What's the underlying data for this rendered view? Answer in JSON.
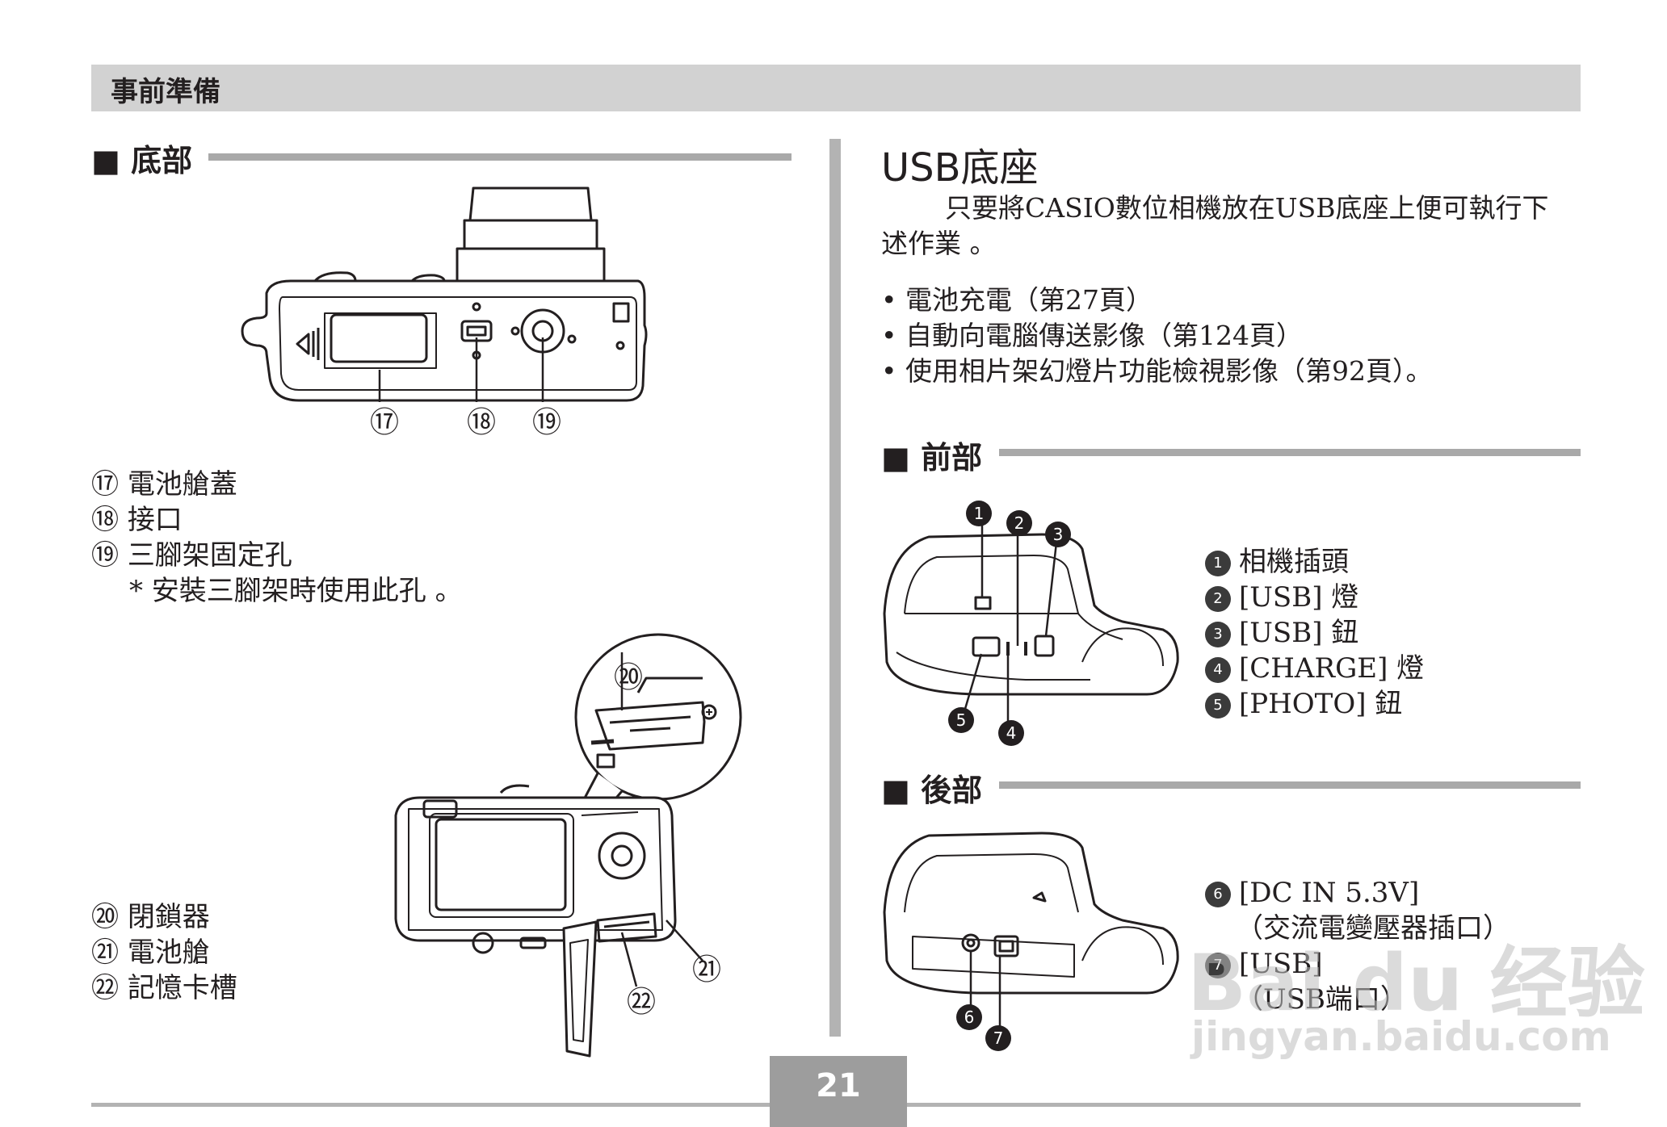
{
  "header": {
    "title": "事前準備"
  },
  "left": {
    "bottom_section": {
      "heading": "■ 底部",
      "callouts": [
        "⑰",
        "⑱",
        "⑲"
      ],
      "labels": [
        {
          "num": "⑰",
          "text": "電池艙蓋"
        },
        {
          "num": "⑱",
          "text": "接口"
        },
        {
          "num": "⑲",
          "text": "三腳架固定孔"
        }
      ],
      "note": "* 安裝三腳架時使用此孔 。"
    },
    "battery_section": {
      "callouts": [
        "⑳",
        "㉑",
        "㉒"
      ],
      "labels": [
        {
          "num": "⑳",
          "text": "閉鎖器"
        },
        {
          "num": "㉑",
          "text": "電池艙"
        },
        {
          "num": "㉒",
          "text": "記憶卡槽"
        }
      ]
    }
  },
  "right": {
    "title": "USB底座",
    "intro_line1": "只要將CASIO數位相機放在USB底座上便可執行下",
    "intro_line2": "述作業 。",
    "bullets": [
      "• 電池充電（第27頁）",
      "• 自動向電腦傳送影像（第124頁）",
      "• 使用相片架幻燈片功能檢視影像（第92頁）。"
    ],
    "front_section": {
      "heading": "■ 前部",
      "callouts": [
        "1",
        "2",
        "3",
        "4",
        "5"
      ],
      "labels": [
        {
          "num": "1",
          "text": "相機插頭"
        },
        {
          "num": "2",
          "text": "[USB] 燈"
        },
        {
          "num": "3",
          "text": "[USB] 鈕"
        },
        {
          "num": "4",
          "text": "[CHARGE] 燈"
        },
        {
          "num": "5",
          "text": "[PHOTO] 鈕"
        }
      ]
    },
    "rear_section": {
      "heading": "■ 後部",
      "callouts": [
        "6",
        "7"
      ],
      "labels": [
        {
          "num": "6",
          "text": "[DC IN 5.3V]"
        },
        {
          "num": "",
          "text": "（交流電變壓器插口）"
        },
        {
          "num": "7",
          "text": "[USB]"
        },
        {
          "num": "",
          "text": "（USB端口）"
        }
      ]
    }
  },
  "page_number": "21",
  "watermark": {
    "line1": "Bai du 经验",
    "line2": "jingyan.baidu.com"
  }
}
